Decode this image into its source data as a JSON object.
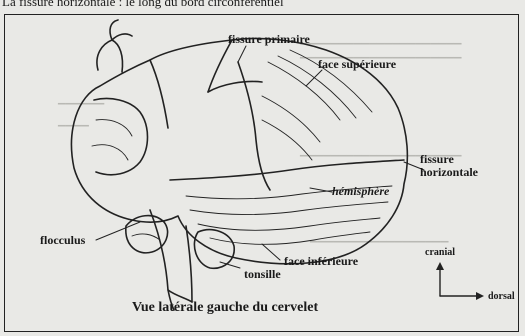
{
  "header": {
    "caption": "La fissure horizontale : le long du bord circonférentiel"
  },
  "labels": {
    "fissure_primaire": "fissure primaire",
    "face_superieure": "face supérieure",
    "fissure_horizontale_line1": "fissure",
    "fissure_horizontale_line2": "horizontale",
    "hemisphere": "hémisphère",
    "flocculus": "flocculus",
    "face_inferieure": "face inférieure",
    "tonsille": "tonsille",
    "cranial": "cranial",
    "dorsal": "dorsal"
  },
  "figure_caption": "Vue latérale gauche du cervelet",
  "colors": {
    "ink": "#222222",
    "paper": "#e9e9e6",
    "bleed_text": "#b9b9b4"
  }
}
